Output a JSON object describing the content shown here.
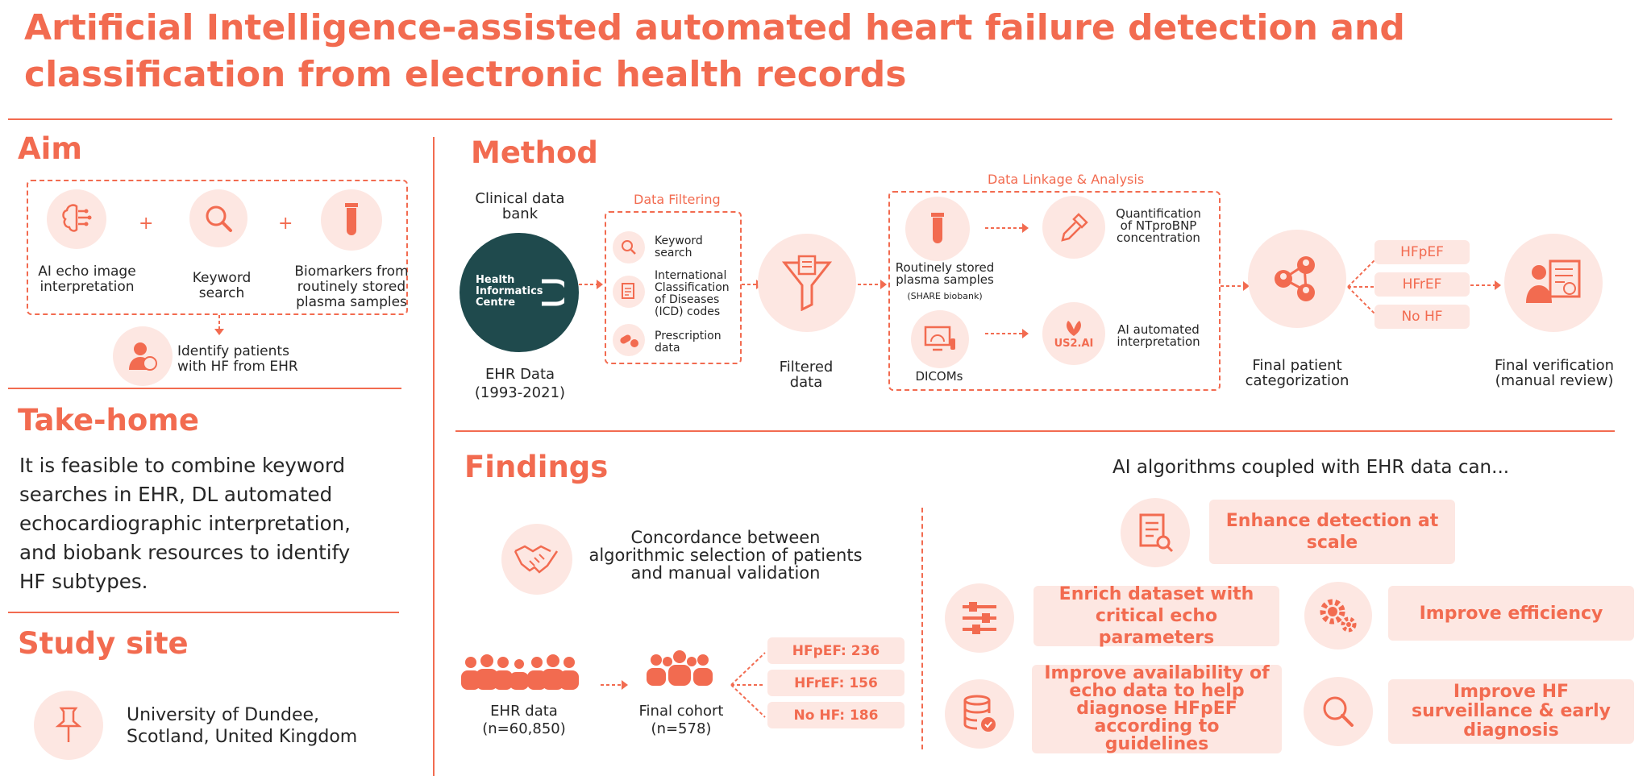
{
  "title": "Artificial Intelligence-assisted automated heart failure detection and classification from electronic health records",
  "aim": {
    "heading": "Aim",
    "items": [
      {
        "label": "AI echo image interpretation",
        "icon": "brain-icon"
      },
      {
        "label": "Keyword search",
        "icon": "search-icon"
      },
      {
        "label": "Biomarkers from routinely stored plasma samples",
        "icon": "test-tube-icon"
      }
    ],
    "plus": "+",
    "result": "Identify patients with HF from EHR"
  },
  "takehome": {
    "heading": "Take-home",
    "text": "It is feasible to combine keyword searches in EHR, DL automated echocardiographic interpretation, and biobank resources to identify HF subtypes."
  },
  "study_site": {
    "heading": "Study site",
    "text_line1": "University of Dundee,",
    "text_line2": "Scotland, United Kingdom"
  },
  "method": {
    "heading": "Method",
    "clinical_bank": "Clinical data bank",
    "hic_line1": "Health",
    "hic_line2": "Informatics",
    "hic_line3": "Centre",
    "ehr_data": "EHR Data",
    "ehr_years": "(1993-2021)",
    "filtering_label": "Data Filtering",
    "filter_items": [
      "Keyword search",
      "International Classification of Diseases (ICD) codes",
      "Prescription data"
    ],
    "filtered_data": "Filtered data",
    "linkage_label": "Data Linkage  & Analysis",
    "plasma": "Routinely stored plasma samples",
    "share": "(SHARE biobank)",
    "quant": "Quantification of NTproBNP concentration",
    "dicoms": "DICOMs",
    "us2ai": "US2.AI",
    "ai_interp": "AI automated interpretation",
    "final_cat": "Final patient categorization",
    "categories": [
      "HFpEF",
      "HFrEF",
      "No HF"
    ],
    "final_verif": "Final verification (manual review)"
  },
  "findings": {
    "heading": "Findings",
    "concordance": "Concordance between algorithmic selection of patients and manual validation",
    "ehr_data": "EHR data",
    "ehr_n": "(n=60,850)",
    "final_cohort": "Final cohort",
    "final_n": "(n=578)",
    "counts": [
      "HFpEF: 236",
      "HFrEF: 156",
      "No HF: 186"
    ]
  },
  "ai_can": {
    "heading": "AI algorithms coupled with EHR data can...",
    "items": [
      {
        "label": "Enhance detection at scale",
        "icon": "document-search-icon"
      },
      {
        "label": "Enrich dataset with critical echo parameters",
        "icon": "sliders-icon"
      },
      {
        "label": "Improve efficiency",
        "icon": "gears-icon"
      },
      {
        "label": "Improve availability of echo data to help diagnose HFpEF according to guidelines",
        "icon": "database-check-icon"
      },
      {
        "label": "Improve HF surveillance & early diagnosis",
        "icon": "magnifier-icon"
      }
    ]
  },
  "colors": {
    "accent": "#F26B50",
    "tint": "#FDE7E2",
    "hic_bg": "#1F4A4D"
  }
}
